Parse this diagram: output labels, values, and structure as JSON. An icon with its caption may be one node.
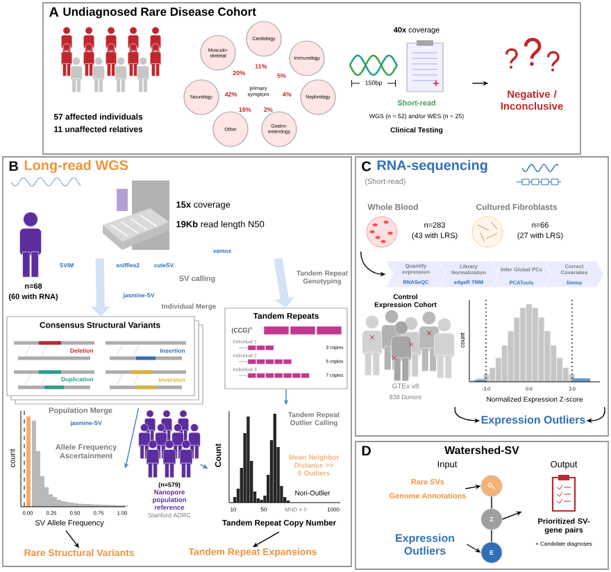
{
  "diagram": {
    "nodes": [
      {
        "text": [
          "A",
          "Undiagnosed Rare Disease Cohort"
        ]
      },
      {
        "text": [
          "57 affected individuals",
          "11 unaffected relatives"
        ],
        "in": 0
      },
      {
        "text": [
          "primary symptom"
        ],
        "in": 0
      },
      {
        "text": [
          "Cardiology"
        ],
        "beside": [
          "11%"
        ],
        "in": 0
      },
      {
        "text": [
          "Immunology"
        ],
        "beside": [
          "5%"
        ],
        "in": 0
      },
      {
        "text": [
          "Nephrology"
        ],
        "beside": [
          "4%"
        ],
        "in": 0
      },
      {
        "text": [
          "Gastro-enterology"
        ],
        "beside": [
          "2%"
        ],
        "in": 0
      },
      {
        "text": [
          "Other"
        ],
        "beside": [
          "16%"
        ],
        "in": 0
      },
      {
        "text": [
          "Neurology"
        ],
        "beside": [
          "42%"
        ],
        "in": 0
      },
      {
        "text": [
          "Musculo-skeletal"
        ],
        "beside": [
          "20%"
        ],
        "in": 0
      },
      {
        "text": [
          "**40x** coverage",
          "150bp",
          "Short-read",
          "WGS (n = 52) and/or WES (n = 25)",
          "Clinical Testing"
        ],
        "in": 0
      },
      {
        "text": [
          "Negative / Inconclusive"
        ],
        "in": 0
      },
      {
        "text": [
          "B",
          "Long-read WGS"
        ]
      },
      {
        "text": [
          "n=68",
          "(60 with RNA)"
        ],
        "in": 12
      },
      {
        "text": [
          "**15x** coverage",
          "**19Kb** read length N50"
        ],
        "in": 12
      },
      {
        "text": [
          "Consensus Structural Variants",
          "Deletion",
          "Insertion",
          "Duplication",
          "Inversion"
        ],
        "in": 12
      },
      {
        "text": [
          "Tandem Repeats",
          "(CCG)$^{n}$",
          "Individual 1",
          "3 copies",
          "Individual 2",
          "5 copies",
          "Individual 3",
          "7 copies"
        ],
        "in": 12
      },
      {
        "text": [
          "(n=579)",
          "Nanopore population reference",
          "Stanford ADRC"
        ],
        "in": 12
      },
      {
        "text": [
          "count",
          "0.00",
          "0.25",
          "0.50",
          "0.75",
          "1.00",
          "SV Allele Frequency"
        ],
        "in": 12
      },
      {
        "text": [
          "Count",
          "10",
          "50",
          "MND = 0",
          "1000",
          "Non-Outlier",
          "Tandem Repeat Copy Number"
        ],
        "in": 12
      },
      {
        "text": [
          "Rare Structural Variants"
        ],
        "in": 12
      },
      {
        "text": [
          "Tandem Repeat Expansions"
        ],
        "in": 12
      },
      {
        "text": [
          "C",
          "RNA-sequencing"
        ]
      },
      {
        "text": [
          "Whole Blood",
          "n=283",
          "(43 with LRS)"
        ],
        "in": 22
      },
      {
        "text": [
          "Cultured Fibroblasts",
          "n=66",
          "(27 with LRS)"
        ],
        "in": 22
      },
      {
        "text": [
          "Quantify expression",
          "RNASeQC"
        ],
        "in": 22
      },
      {
        "text": [
          "Library Normalization",
          "edgeR TMM"
        ],
        "in": 22
      },
      {
        "text": [
          "Infer Global PCs",
          "PCATools"
        ],
        "in": 22
      },
      {
        "text": [
          "Correct Covariates",
          "limma"
        ],
        "in": 22
      },
      {
        "text": [
          "Control Expression Cohort",
          "GTEx v8",
          "838 Donors"
        ],
        "in": 22
      },
      {
        "text": [
          "count",
          "-3.0",
          "0.0",
          "3.0",
          "Normalized Expression Z-score"
        ],
        "in": 22
      },
      {
        "text": [
          "Expression Outliers"
        ],
        "in": 22
      },
      {
        "text": [
          "D",
          "Watershed-SV"
        ]
      },
      {
        "text": [
          "Rare SVs",
          "Genome Annotations"
        ],
        "in": 32
      },
      {
        "text": [
          "G$_{s}$"
        ],
        "in": 32
      },
      {
        "text": [
          "Z"
        ],
        "in": 32
      },
      {
        "text": [
          "E"
        ],
        "in": 32
      },
      {
        "text": [
          "Expression Outliers"
        ],
        "in": 32
      },
      {
        "text": [
          "Prioritized SV-gene pairs",
          "+ Candidate diagnoses"
        ],
        "in": 32
      }
    ],
    "edges": [
      {
        "from": 10,
        "to": 11,
        "arrow": "to"
      },
      {
        "from": 14,
        "to": 15,
        "arrow": "to",
        "style": "thick",
        "color": "#d3e2f4"
      },
      {
        "from": 14,
        "to": 16,
        "arrow": "to",
        "style": "thick",
        "color": "#d3e2f4"
      },
      {
        "from": 17,
        "to": 18,
        "arrow": "to",
        "color": "#4a7bc4"
      },
      {
        "from": 16,
        "to": 19,
        "arrow": "to",
        "color": "#4a7bc4"
      },
      {
        "from": 17,
        "to": 19,
        "arrow": "to",
        "color": "#4a7bc4"
      },
      {
        "from": 18,
        "to": 20,
        "arrow": "to"
      },
      {
        "from": 19,
        "to": 21,
        "arrow": "to"
      },
      {
        "from": 23,
        "to": 25,
        "arrow": "to"
      },
      {
        "from": 30,
        "to": 31,
        "arrow": "to"
      },
      {
        "from": 30,
        "to": 31,
        "arrow": "to"
      },
      {
        "from": 33,
        "to": 34,
        "arrow": "to"
      },
      {
        "from": 34,
        "to": 35,
        "arrow": "none"
      },
      {
        "from": 35,
        "to": 36,
        "arrow": "none"
      },
      {
        "from": 37,
        "to": 36,
        "arrow": "to"
      },
      {
        "from": 35,
        "to": 38,
        "arrow": "to"
      }
    ],
    "labels": [
      "SVIM",
      "sniffles2",
      "cuteSV",
      "SV calling",
      "jasmine-SV",
      "Individual Merge",
      "vamos",
      "Tandem Repeat Genotyping",
      "Population Merge",
      "jasmine-SV",
      "Allele Frequency Ascertainment",
      "Tandem Repeat Outlier Calling",
      "Mean Neighbor Distance >> 0 Outliers",
      "(Short-read)",
      "Input",
      "Output"
    ]
  }
}
